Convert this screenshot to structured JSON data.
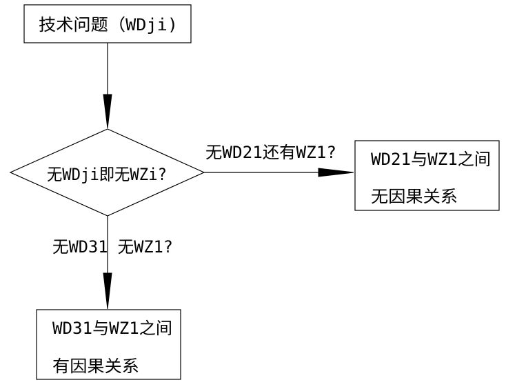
{
  "nodes": {
    "problem": {
      "text": "技术问题（WDji)"
    },
    "decision": {
      "text": "无WDji即无WZi?"
    },
    "no_causal": {
      "line1": "WD21与WZ1之间",
      "line2": "无因果关系"
    },
    "causal": {
      "line1": "WD31与WZ1之间",
      "line2": "有因果关系"
    }
  },
  "edges": {
    "right_label": "无WD21还有WZ1?",
    "down_label": "无WD31 无WZ1?"
  }
}
